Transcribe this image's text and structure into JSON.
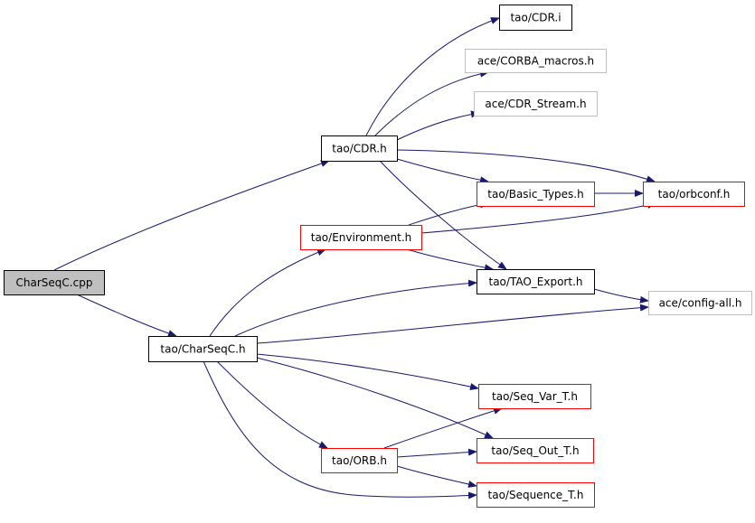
{
  "diagram": {
    "colors": {
      "edge": "#191970",
      "border_normal": "#000000",
      "border_red": "#ff0000",
      "border_gray": "#bfbfbf",
      "root_fill": "#bfbfbf"
    },
    "nodes": [
      {
        "id": "charseqc_cpp",
        "label": "CharSeqC.cpp",
        "style": "root"
      },
      {
        "id": "tao_cdr_i",
        "label": "tao/CDR.i",
        "style": "normal"
      },
      {
        "id": "ace_corba_macros",
        "label": "ace/CORBA_macros.h",
        "style": "gray"
      },
      {
        "id": "ace_cdr_stream",
        "label": "ace/CDR_Stream.h",
        "style": "gray"
      },
      {
        "id": "tao_cdr_h",
        "label": "tao/CDR.h",
        "style": "normal"
      },
      {
        "id": "tao_basic_types",
        "label": "tao/Basic_Types.h",
        "style": "red"
      },
      {
        "id": "tao_orbconf",
        "label": "tao/orbconf.h",
        "style": "red"
      },
      {
        "id": "tao_environment",
        "label": "tao/Environment.h",
        "style": "red"
      },
      {
        "id": "tao_tao_export",
        "label": "tao/TAO_Export.h",
        "style": "normal"
      },
      {
        "id": "ace_config_all",
        "label": "ace/config-all.h",
        "style": "gray"
      },
      {
        "id": "tao_charseqc_h",
        "label": "tao/CharSeqC.h",
        "style": "normal"
      },
      {
        "id": "tao_seq_var_t",
        "label": "tao/Seq_Var_T.h",
        "style": "red"
      },
      {
        "id": "tao_orb_h",
        "label": "tao/ORB.h",
        "style": "red"
      },
      {
        "id": "tao_seq_out_t",
        "label": "tao/Seq_Out_T.h",
        "style": "red"
      },
      {
        "id": "tao_sequence_t",
        "label": "tao/Sequence_T.h",
        "style": "red"
      }
    ],
    "edges": [
      {
        "from": "charseqc_cpp",
        "to": "tao_cdr_h"
      },
      {
        "from": "charseqc_cpp",
        "to": "tao_charseqc_h"
      },
      {
        "from": "tao_cdr_h",
        "to": "tao_cdr_i"
      },
      {
        "from": "tao_cdr_h",
        "to": "ace_corba_macros"
      },
      {
        "from": "tao_cdr_h",
        "to": "ace_cdr_stream"
      },
      {
        "from": "tao_cdr_h",
        "to": "tao_orbconf"
      },
      {
        "from": "tao_cdr_h",
        "to": "tao_basic_types"
      },
      {
        "from": "tao_cdr_h",
        "to": "tao_tao_export"
      },
      {
        "from": "tao_basic_types",
        "to": "tao_orbconf"
      },
      {
        "from": "tao_environment",
        "to": "tao_basic_types"
      },
      {
        "from": "tao_environment",
        "to": "tao_orbconf"
      },
      {
        "from": "tao_environment",
        "to": "tao_tao_export"
      },
      {
        "from": "tao_tao_export",
        "to": "ace_config_all"
      },
      {
        "from": "tao_charseqc_h",
        "to": "tao_environment"
      },
      {
        "from": "tao_charseqc_h",
        "to": "tao_tao_export"
      },
      {
        "from": "tao_charseqc_h",
        "to": "ace_config_all"
      },
      {
        "from": "tao_charseqc_h",
        "to": "tao_seq_var_t"
      },
      {
        "from": "tao_charseqc_h",
        "to": "tao_seq_out_t"
      },
      {
        "from": "tao_charseqc_h",
        "to": "tao_orb_h"
      },
      {
        "from": "tao_charseqc_h",
        "to": "tao_sequence_t"
      },
      {
        "from": "tao_orb_h",
        "to": "tao_seq_var_t"
      },
      {
        "from": "tao_orb_h",
        "to": "tao_seq_out_t"
      },
      {
        "from": "tao_orb_h",
        "to": "tao_sequence_t"
      }
    ]
  }
}
